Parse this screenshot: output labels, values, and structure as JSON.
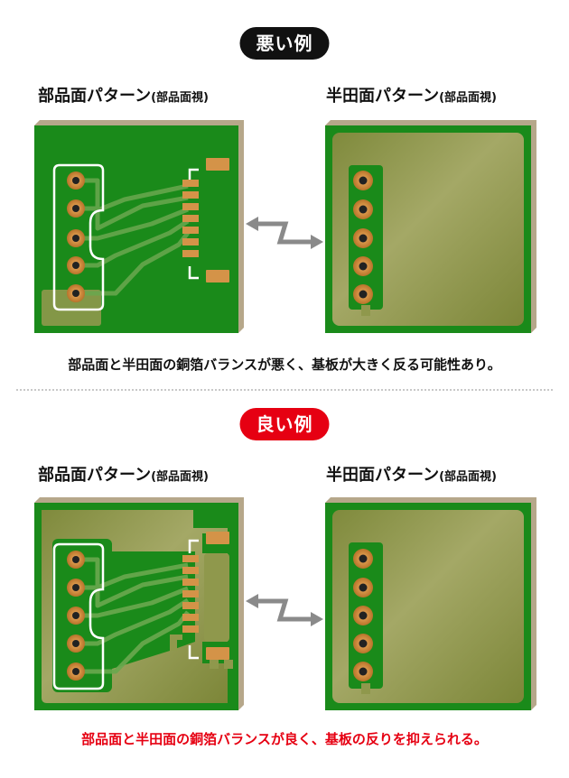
{
  "sections": {
    "bad": {
      "badge": "悪い例",
      "component_title": "部品面パターン",
      "component_view": "(部品面視)",
      "solder_title": "半田面パターン",
      "solder_view": "(部品面視)",
      "caption": "部品面と半田面の銅箔バランスが悪く、基板が大きく反る可能性あり。"
    },
    "good": {
      "badge": "良い例",
      "component_title": "部品面パターン",
      "component_view": "(部品面視)",
      "solder_title": "半田面パターン",
      "solder_view": "(部品面視)",
      "caption": "部品面と半田面の銅箔バランスが良く、基板の反りを抑えられる。"
    }
  },
  "colors": {
    "board_green": "#1a8a1a",
    "copper_fill": "#8f984c",
    "pad_copper": "#d08a3c",
    "good_red": "#e60012",
    "arrow_gray": "#8a8a8a"
  },
  "icons": {
    "flip_arrow": "zigzag-double-arrow-icon"
  }
}
